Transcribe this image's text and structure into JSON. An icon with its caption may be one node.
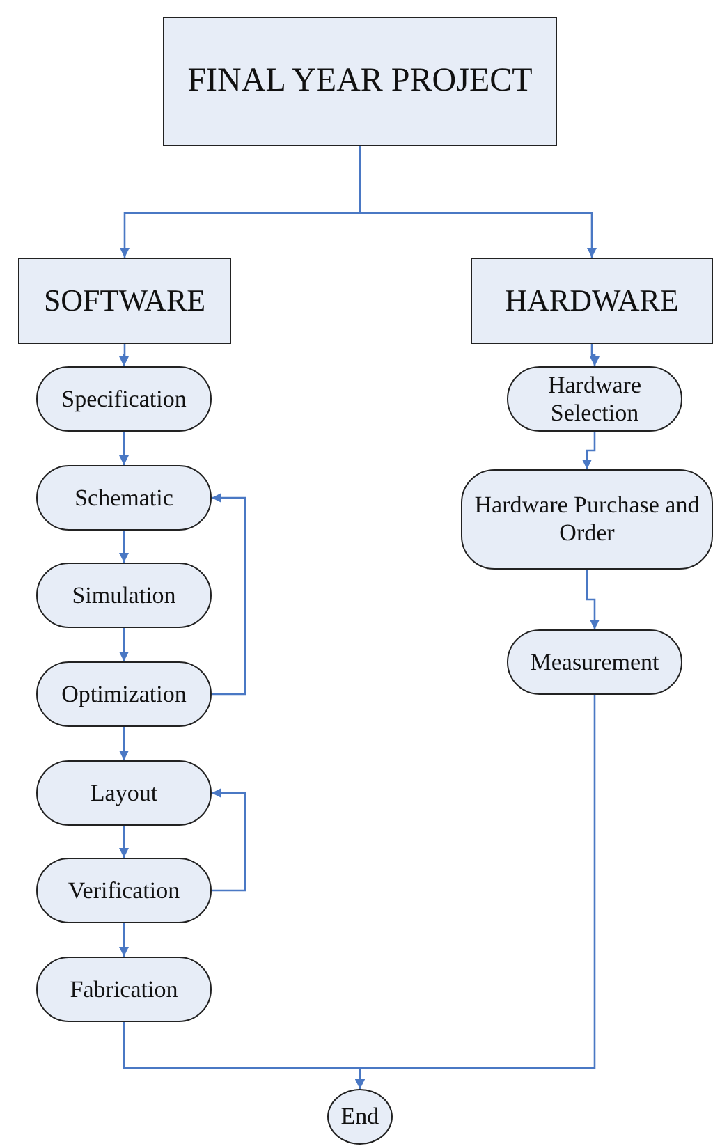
{
  "diagram": {
    "nodes": [
      {
        "text": [
          "FINAL YEAR PROJECT"
        ]
      },
      {
        "text": [
          "SOFTWARE"
        ]
      },
      {
        "text": [
          "HARDWARE"
        ]
      },
      {
        "text": [
          "Specification"
        ]
      },
      {
        "text": [
          "Hardware Selection"
        ]
      },
      {
        "text": [
          "Schematic"
        ]
      },
      {
        "text": [
          "Hardware Purchase and Order"
        ]
      },
      {
        "text": [
          "Simulation"
        ]
      },
      {
        "text": [
          "Measurement"
        ]
      },
      {
        "text": [
          "Optimization"
        ]
      },
      {
        "text": [
          "Layout"
        ]
      },
      {
        "text": [
          "Verification"
        ]
      },
      {
        "text": [
          "Fabrication"
        ]
      },
      {
        "text": [
          "End"
        ]
      }
    ],
    "edges": [
      {
        "from": 0,
        "to": 1,
        "arrow": "to"
      },
      {
        "from": 0,
        "to": 2,
        "arrow": "to"
      },
      {
        "from": 1,
        "to": 3,
        "arrow": "to"
      },
      {
        "from": 2,
        "to": 4,
        "arrow": "to"
      },
      {
        "from": 3,
        "to": 5,
        "arrow": "to"
      },
      {
        "from": 5,
        "to": 7,
        "arrow": "to"
      },
      {
        "from": 7,
        "to": 9,
        "arrow": "to"
      },
      {
        "from": 9,
        "to": 5,
        "arrow": "to"
      },
      {
        "from": 9,
        "to": 10,
        "arrow": "to"
      },
      {
        "from": 10,
        "to": 11,
        "arrow": "to"
      },
      {
        "from": 11,
        "to": 10,
        "arrow": "to"
      },
      {
        "from": 11,
        "to": 12,
        "arrow": "to"
      },
      {
        "from": 4,
        "to": 6,
        "arrow": "to"
      },
      {
        "from": 6,
        "to": 8,
        "arrow": "to"
      },
      {
        "from": 12,
        "to": 13,
        "arrow": "to"
      },
      {
        "from": 8,
        "to": 13,
        "arrow": "to"
      }
    ]
  }
}
